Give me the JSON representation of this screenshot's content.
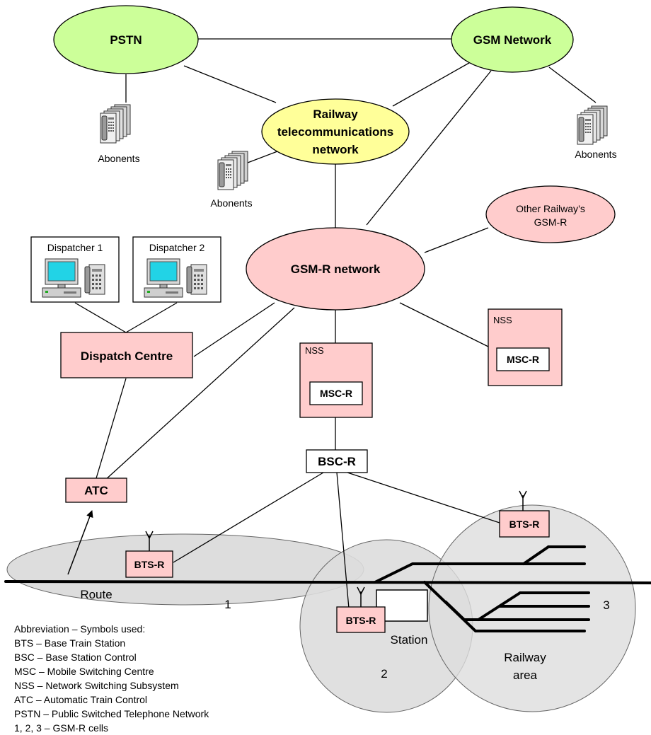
{
  "nodes": {
    "pstn": "PSTN",
    "gsm_network": "GSM Network",
    "railway_telecom": [
      "Railway",
      "telecommunications",
      "network"
    ],
    "gsmr_network": "GSM-R network",
    "other_railway": [
      "Other Railway’s",
      "GSM-R"
    ],
    "dispatcher_1": "Dispatcher 1",
    "dispatcher_2": "Dispatcher 2",
    "dispatch_centre": "Dispatch Centre",
    "nss_label": "NSS",
    "msc_r": "MSC-R",
    "bsc_r": "BSC-R",
    "atc": "ATC",
    "bts_r": "BTS-R",
    "abonents": "Abonents"
  },
  "areas": {
    "route": "Route",
    "station": "Station",
    "railway_area": [
      "Railway",
      "area"
    ],
    "cell_1": "1",
    "cell_2": "2",
    "cell_3": "3"
  },
  "legend": {
    "title": "Abbreviation – Symbols used:",
    "items": [
      "BTS – Base Train Station",
      "BSC – Base Station Control",
      "MSC – Mobile Switching Centre",
      "NSS – Network Switching Subsystem",
      "ATC – Automatic Train Control",
      "PSTN – Public Switched Telephone Network",
      "1, 2, 3 – GSM-R cells"
    ]
  },
  "colors": {
    "green_node": "#ccff99",
    "yellow_node": "#ffff99",
    "pink_node": "#ffcccc",
    "cell_fill": "#dddddd",
    "screen": "#22d3e6"
  },
  "icons": [
    "phone-stack-icon",
    "computer-icon",
    "desk-phone-icon",
    "antenna-icon"
  ]
}
